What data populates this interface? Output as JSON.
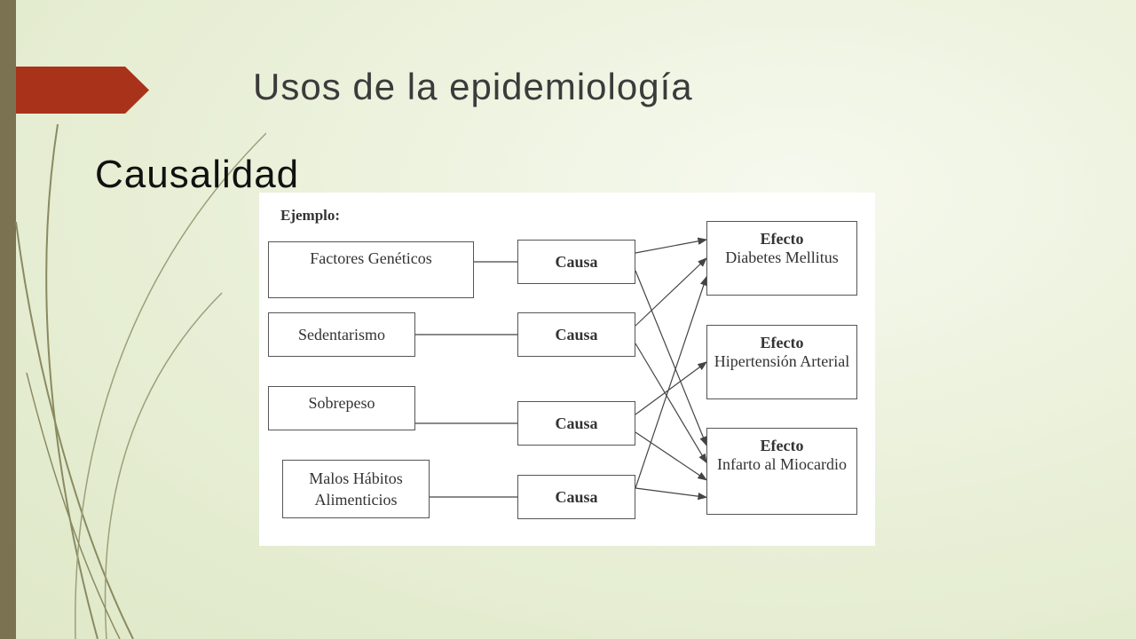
{
  "slide": {
    "title": "Usos de la epidemiología",
    "subtitle": "Causalidad"
  },
  "colors": {
    "accent": "#a8331a",
    "sidebar": "#7a7251",
    "background": "#e8efd6"
  },
  "diagram": {
    "example_label": "Ejemplo:",
    "factors": [
      {
        "id": "f1",
        "label": "Factores Genéticos"
      },
      {
        "id": "f2",
        "label": "Sedentarismo"
      },
      {
        "id": "f3",
        "label": "Sobrepeso"
      },
      {
        "id": "f4",
        "label": "Malos Hábitos Alimenticios"
      }
    ],
    "causes": [
      {
        "id": "c1",
        "label": "Causa"
      },
      {
        "id": "c2",
        "label": "Causa"
      },
      {
        "id": "c3",
        "label": "Causa"
      },
      {
        "id": "c4",
        "label": "Causa"
      }
    ],
    "effects": [
      {
        "id": "e1",
        "heading": "Efecto",
        "label": "Diabetes Mellitus"
      },
      {
        "id": "e2",
        "heading": "Efecto",
        "label": "Hipertensión Arterial"
      },
      {
        "id": "e3",
        "heading": "Efecto",
        "label": "Infarto al Miocardio"
      }
    ],
    "edges": [
      {
        "from": "f1",
        "to": "c1"
      },
      {
        "from": "f2",
        "to": "c2"
      },
      {
        "from": "f3",
        "to": "c3"
      },
      {
        "from": "f4",
        "to": "c4"
      },
      {
        "from": "c1",
        "to": "e1"
      },
      {
        "from": "c1",
        "to": "e3"
      },
      {
        "from": "c2",
        "to": "e1"
      },
      {
        "from": "c2",
        "to": "e3"
      },
      {
        "from": "c3",
        "to": "e2"
      },
      {
        "from": "c3",
        "to": "e3"
      },
      {
        "from": "c4",
        "to": "e1"
      },
      {
        "from": "c4",
        "to": "e3"
      }
    ]
  }
}
